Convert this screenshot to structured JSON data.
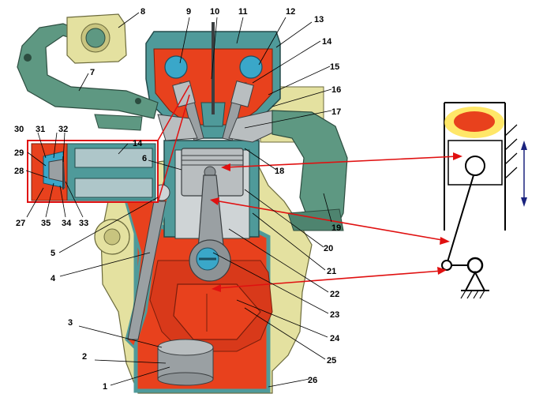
{
  "colors": {
    "head_red": "#e8411d",
    "water_jacket_teal": "#4f9a9a",
    "intake_green": "#5e9882",
    "block_yellow": "#e4e1a0",
    "piston_grey": "#b9bec0",
    "valve_blue": "#3aa7c9",
    "arrow_red": "#e01010",
    "arrow_blue": "#1a237e",
    "flame": "#e8411d",
    "flame_glow": "#ffe34d"
  },
  "icons": [
    "intake-manifold-pipe",
    "throttle-body-flange",
    "cylinder-diagram",
    "piston-ring-icon",
    "crank-pivot-icon",
    "ground-hatch-icon"
  ],
  "labels": {
    "n1": "1",
    "n2": "2",
    "n3": "3",
    "n4": "4",
    "n5": "5",
    "n6": "6",
    "n7": "7",
    "n8": "8",
    "n9": "9",
    "n10": "10",
    "n11": "11",
    "n12": "12",
    "n13": "13",
    "n14": "14",
    "n14b": "14",
    "n15": "15",
    "n16": "16",
    "n17": "17",
    "n18": "18",
    "n19": "19",
    "n20": "20",
    "n21": "21",
    "n22": "22",
    "n23": "23",
    "n24": "24",
    "n25": "25",
    "n26": "26",
    "n27": "27",
    "n28": "28",
    "n29": "29",
    "n30": "30",
    "n31": "31",
    "n32": "32",
    "n33": "33",
    "n34": "34",
    "n35": "35"
  }
}
